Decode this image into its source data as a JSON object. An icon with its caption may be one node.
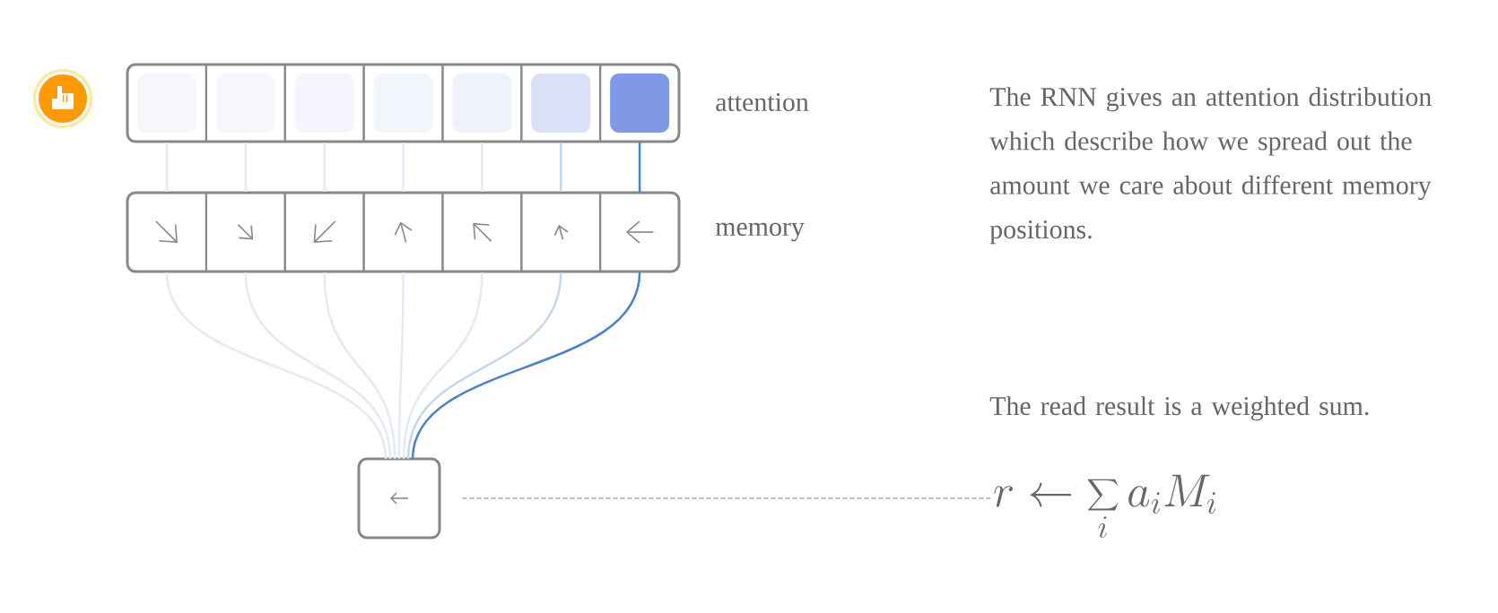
{
  "diagram": {
    "nodes": [
      {
        "text": [],
        "shape": "box",
        "beside": [
          "attention"
        ]
      },
      {
        "text": [],
        "shape": "box",
        "in": 0
      },
      {
        "text": [],
        "shape": "box",
        "in": 0
      },
      {
        "text": [],
        "shape": "box",
        "in": 0
      },
      {
        "text": [],
        "shape": "box",
        "in": 0
      },
      {
        "text": [],
        "shape": "box",
        "in": 0
      },
      {
        "text": [],
        "shape": "box",
        "in": 0
      },
      {
        "text": [],
        "shape": "box",
        "in": 0
      },
      {
        "text": [],
        "shape": "box",
        "beside": [
          "memory"
        ]
      },
      {
        "text": [],
        "shape": "box",
        "in": 8
      },
      {
        "text": [],
        "shape": "box",
        "in": 8
      },
      {
        "text": [],
        "shape": "box",
        "in": 8
      },
      {
        "text": [],
        "shape": "box",
        "in": 8
      },
      {
        "text": [],
        "shape": "box",
        "in": 8
      },
      {
        "text": [],
        "shape": "box",
        "in": 8
      },
      {
        "text": [],
        "shape": "box",
        "in": 8
      },
      {
        "text": [],
        "shape": "box"
      },
      {
        "text": [
          "r \\leftarrow \\sum_i a_i M_i"
        ]
      }
    ],
    "edges": [
      {
        "from": 1,
        "to": 9,
        "arrow": "none"
      },
      {
        "from": 2,
        "to": 10,
        "arrow": "none"
      },
      {
        "from": 3,
        "to": 11,
        "arrow": "none"
      },
      {
        "from": 4,
        "to": 12,
        "arrow": "none"
      },
      {
        "from": 5,
        "to": 13,
        "arrow": "none"
      },
      {
        "from": 6,
        "to": 14,
        "arrow": "none",
        "color": "#c5d6ef"
      },
      {
        "from": 7,
        "to": 15,
        "arrow": "none",
        "color": "#4a80d6"
      },
      {
        "from": 9,
        "to": 16,
        "arrow": "none"
      },
      {
        "from": 10,
        "to": 16,
        "arrow": "none"
      },
      {
        "from": 11,
        "to": 16,
        "arrow": "none"
      },
      {
        "from": 12,
        "to": 16,
        "arrow": "none"
      },
      {
        "from": 13,
        "to": 16,
        "arrow": "none"
      },
      {
        "from": 14,
        "to": 16,
        "arrow": "none",
        "color": "#c5d6ef"
      },
      {
        "from": 15,
        "to": 16,
        "arrow": "none",
        "color": "#4a80d6"
      },
      {
        "from": 16,
        "to": 17,
        "arrow": "none",
        "style": "dashed",
        "color": "#777777"
      }
    ],
    "labels": [
      "The RNN gives an attention distribution which describe how we spread out the amount we care about different memory positions.",
      "The read result is a weighted sum."
    ]
  }
}
